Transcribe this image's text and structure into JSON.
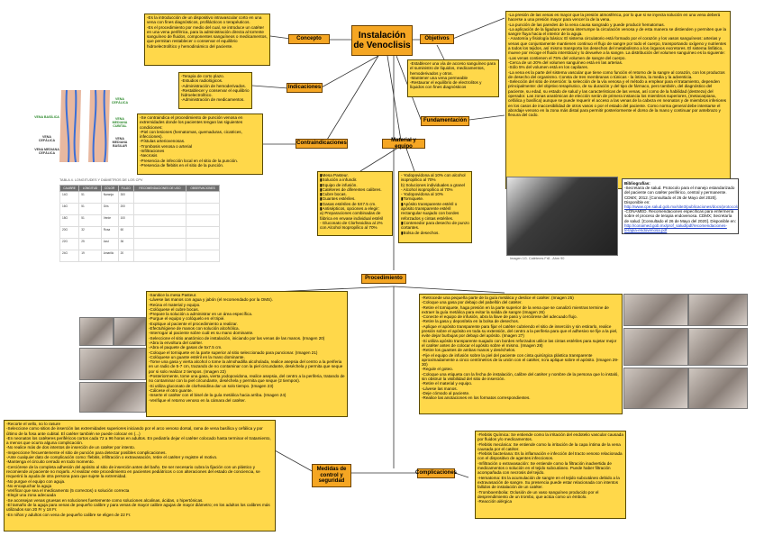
{
  "title": "Instalación de\nVenoclisis",
  "headers": {
    "concepto": "Concepto",
    "objetivos": "Objetivos",
    "indicaciones": "Indicaciones",
    "contraindicaciones": "Contraindicaciones",
    "material": "Material y equipo",
    "fundamentacion": "Fundamentación",
    "procedimiento": "Procedimiento",
    "medidas": "Medidas de\ncontrol y\nseguridad",
    "complicaciones": "Complicaciones"
  },
  "texts": {
    "concepto": "-Es la introducción de un dispositivo intravascular corto en una vena con fines diagnósticos, profilácticos o terapéuticos.\n-Es el procedimiento por medio del cual, se introduce un catéter en una vena periférica, para la administración directa al torrente sanguíneo de fluidos, componentes sanguíneos o medicamentos, que permitan restablecer o conservar el equilibrio hidroelectrolítico y hemodinámico del paciente.",
    "objetivos": "-Establecer una vía de acceso sanguíneo para el suministro de líquidos, medicamentos, hemoderivados y otros.\n-Mantener una vena permeable\n-Restaurar el equilibrio de electrolitos y líquidos con fines diagnósticos",
    "indicaciones": "-Terapia de corto plazo.\n-Estudios radiológicos.\n-Administración de hemoderivados.\n-Restablecer y conservar el equilibrio hidroelectrolítico.\n-Administración de medicamentos.",
    "contraindicaciones": "-Se contraindica el procedimiento de punción venosa en extremidades donde los pacientes tengan las siguientes condiciones:\n-Piel con lesiones (hematomas, quemaduras, cicatrices, infecciones).\n-Fístulas arteriovenosas.\n-Trombosis venosa o arterial\n-Infiltraciones\n-Necrosis\n-Presencia de infección local en el sitio de la punción.\n-Presencia de flebitis en el sitio de la punción.",
    "fundamentacion": "-La presión de las venas es mayor que la presión atmosférica, por lo que si se inyecta solución en una vena deberá hacerse a una presión mayor para vencer la de la vena.\n-La punción de las paredes de la vena causa sangrado y puede producir hematomas.\n-La aplicación de la ligadura venosa interrumpe la circulación venosa y de esta manera se distienden y permiten que la sangre fluya hacia el interior de la aguja.\n- Anatomía y fisiología básica: El sistema circulatorio está formado por el corazón y los vasos sanguíneos: arterias y venas que conjuntamente mantienen continuo el flujo de sangre por todo el cuerpo, transportando oxígeno y nutrientes a todos los tejidos, así mismo transporta los desechos del metabolismo a los órganos excretores. El sistema linfático, mueve por recoge el fluido intersticial y lo devuelve a la sangre. La distribución del volumen sanguíneo es la siguiente:\n-Las venas contienen el 75% del volumen de sangre del cuerpo.\n-Cerca de un 20% del volumen sanguíneo está en las arterias.\n-Sólo 5% del volumen está en los capilares.\n-La vena es la parte del sistema vascular que tiene como función el retorno de la sangre al corazón, con los productos de desecho del organismo. Consta de tres membranas o túnicas - la íntima, la media y la adventicia.\n-Selección del sitio de inserción: la selección de la vía venosa y el método a emplear para el tratamiento, dependen principalmente: del objetivo terapéutico, de su duración y del tipo de fármaco, pero también, del diagnóstico del paciente, su edad, su estado de salud y las características de las venas, así como de la habilidad (destreza) del operador. Las zonas anatómicas de elección serán de primera instancia los miembros superiores, (metacarpiana, cefálica y basílica) aunque se puede requerir el acceso a las venas de la cabeza en neonatos y de miembros inferiores en los casos de inaccesibilidad de otros vasos o por el estado del paciente. Como norma general debe intentarse el abordaje venoso en la zona más distal para permitir posteriormente el dorso de la mano y continuar por antebrazo y flexura del codo.",
    "material_left": "▮Mesa Pasteur.\n▮Solución a infundir.\n▮Equipo de infusión.\n▮Catéteres de diferentes calibres.\n▮Cubre bocas.\n▮Guantes estériles.\n▮Gasas estériles de 5X7.5 cm.\n▮Antisépticos, opciones a elegir:\na) Preparaciones combinadas de fábrica en envase individual estéril\n- Gluconato de Clorhexidina al 2% con Alcohol Isopropílico al 70%",
    "material_right": "- Yodopovidona al 10% con alcohol isopropílico al 70%\nb) Soluciones individuales a granel\n- Alcohol isopropílico al 70%\n- Yodopovidona al 10%\n▮Torniquete.\n▮Apósito transparente estéril o apósito transparente estéril rectangular suajado con bordes reforzados y cintas estériles.\n▮Contenedor para desecho de punzo cortantes.\n▮Bolsa de desechos.",
    "proc_left": "-Sanitice la mesa Pasteur.\n-Lávese las manos con agua y jabón (el recomendado por la OMS).\n-Reúna el material y equipo.\n-Colóquese el cubre bocas.\n-Prepare la solución a administrar en un área específica.\n-Purgue el equipo y colóquelo en el tripié.\n-Explique al paciente el procedimiento a realizar.\n-Efectuhígiene de manos con solución alcohólica.\n-Interrogar al paciente sobre cuál es su mano dominante.\n-Seleccione el sitio anatómico de instalación, iniciando por las venas de las manos. (Imagen 20)\n-Abra la envoltura del catéter.\n-Abra el paquete de gasas de 5x7.5 cm.\n-Coloque el torniquete en la parte superior al sitio seleccionado para puncionar. (Imagen 21)\n-Colóquese un guante estéril en la mano dominante.\n-Tome una gasa y vierta alcohol o tome la almohadilla alcoholada, realice asepsia del centro a la periferia en un radio de 5-7 cm, trazando de no contaminar con la piel circundante, deséchela y permita que seque por si solo realizar 2 tiempos. (Imagen 22)\n-Posteriormente, tome una gasa, vierta yodopovidona, realice asepsia, del centro a la periferia, tratando de no contaminar con la piel circundante, deséchela y permita que seque (2 tiempos).\n-Si utiliza gluconato de clorhexidina dar un solo tiempo. (Imagen 23)\n-Cálcese el otro guante.\n-Inserte el catéter con el bisel de la guía metálica hacia arriba. (Imagen 24)\n-Verifique el retorno venoso en la cámara del catéter.",
    "proc_right": "-Retrocede una pequeña parte de la guía metálica y deslice el catéter. (Imagen 25)\n-Coloque una gasa por debajo del pabellón del catéter.\n-Retire el torniquete, haga presión en la parte superior de la vena que se canalizó mientras termine de extraer la guía metálica para evitar la salida de sangre (Imagen 26)\n-Conecte el equipo de infusión, abra la llave de paso y cerciórese del adecuado flujo.\n-Retire la gasa y deposítela en la bolsa de desechos.\n-Aplique el apósito transparente para fijar el catéter cubriendo el sitio de inserción y sin estirarlo, realice presión sobre el apósito en toda su extensión, del centro a la periferia para que el adhesivo se fije a la piel, evite dejar burbujas por debajo del apósito. (Imagen 27)\n-Si utiliza apósito transparente suajado con bordes reforzados utilice las cintas estériles para sujetar mejor el catéter antes de colocar el apósito sobre el mismo. (Imagen 28)\n-Retire los guantes de ambas manos y deséchelos.\n-Fije el equipo de infusión sobre la piel del paciente con cinta quirúrgica plástica transparente aproximadamente a cinco centímetros de la unión con el catéter, no'a aplique sobre el apósito. (Imagen 29-30)\n-Regule el goteo.\n-Coloque una etiqueta con la fecha de instalación, calibre del catéter y nombre de la persona que lo instaló, sin obstruir la visibilidad del sitio de inserción.\n-Retire el material y equipo.\n-Lávese las manos.\n-Deje cómodo al paciente.\n-Realice las anotaciones en los formatos correspondientes.",
    "medidas": "-Recorte el vello, no lo rasure\n-Seleccione como sitios de inserción las extremidades superiores iniciando por el arco venoso dorsal, rama de vena basílica y cefálica y por último de la fosa ante cubital. El catéter también se puede colocar en (...)\n-En neonatos los catéteres periféricos cortos cada 72 a 96 horas en adultos. En pediatría dejar el catéter colocado hasta terminar el tratamiento, a menos que ocurra alguna complicación.\n-No realice más de dos intentos de inserción de un catéter por intento.\n-Inspeccione frecuentemente el sitio de punción para detectar posibles complicaciones.\n-Ante cualquier dato de complicación como: flebitis, infiltración o extravasación, retire el catéter y registre el motivo.\n-Mantenga el circuito cerrado en todo momento.\n-Cerciórese de la completa adhesión del apósito al sitio de inserción antes del baño. De ser necesario cubra la fijación con un plástico y recomiende al paciente no mojarlo. Al realizar este procedimiento en pacientes pediátricos o con alteraciones del estado de conciencia, se requerirá la ayuda de otra persona para que sujete la extremidad.\n-No purgue el equipo con aguja.\n-No encapuchar la aguja\n-Verificar que sea el medicamento (5 correctos) o solución correcta\n-Elegir una zona adecuada\n-Se aconsejan venas gruesas en soluciones fuertemente como soluciones alcalinas, ácidas, o hipertónicas.\n-El tamaño de la aguja para venas de pequeño calibre y para venas de mayor calibre agujas de mayor diámetro; en los adultos los calibres más utilizados son 20 Fr y 18 Fr.\n-En niños y adultos con vena de pequeño calibre se eligen de 22 Fr.",
    "complicaciones": "-Flebitis Química: Se entiende como la irritación del endotelio vascular causada por fluidos y/o medicamentos.\n-Flebitis mecánica: Se entiende como la irritación de la capa íntima de la vena causada por el catéter.\n-Flebitis bacteriana: Es la inflamación e infección del tracto venoso relacionada con el dispositivo de agentes infecciosos.\n-Infiltración o extravasación: Se entiende como la filtración inadvertida de medicamentos o solución en el tejido subcutáneo. Puede haber filtración acompañada con necrosis del tejido.\n-Hematoma: Es la acumulación de sangre en el tejido subcutáneo debido a la extravasación de sangre. Su presencia puede estar relacionada con intentos fallidos de instalación de un catéter.\n-Tromboembolia: Oclusión de un vaso sanguíneo producido por el desprendimiento de un trombo, que actúa como un émbolo.\n-Reacción alérgica"
  },
  "bibliography": {
    "title": "Bibliografías:",
    "entries": [
      "-Secretaria de salud. Protocolo para el manejo estandarizado del paciente con catéter periférico, central y permanente. CDMX; 2012. [Consultado el 26 de Mayo del 2020]. Disponible en:",
      "http://www.cpe.salud.gob.mx/site3/publicaciones/docs/protocolo_manejo_estandarizado.pdf",
      "-CONAMED. Recomendaciones específicas para enfermería sobre el proceso de terapia endovenosa. CDMX; Secretaría de salud. [Consultado el 26 de Mayo del 2020]. Disponible en:",
      "http://conamed.gob.mx/prof_salud/pdf/recomendaciones-terapia-endovenosa.pdf"
    ]
  },
  "figures": {
    "vein_labels": [
      "VENA BASÍLICA",
      "VENA CEFÁLICA",
      "VENA MEDIANA CUBITAL",
      "VENA CEFÁLICA",
      "VENA MEDIANA BASILAR",
      "VENA MEDIANA CEFÁLICA"
    ],
    "table_caption": "TABLA 4. LONGITUDES Y DIÁMETROS DE LOS CPV",
    "table_headers": [
      "CALIBRE",
      "LONGITUD",
      "COLOR",
      "FLUJO",
      "RECOMENDACIONES DE USO",
      "OBSERVACIONES"
    ],
    "table_rows": [
      [
        "14G",
        "51",
        "Naranja",
        "300",
        "",
        ""
      ],
      [
        "16G",
        "51",
        "Gris",
        "200",
        "",
        ""
      ],
      [
        "18G",
        "51",
        "Verde",
        "100",
        "",
        ""
      ],
      [
        "20G",
        "32",
        "Rosa",
        "60",
        "",
        ""
      ],
      [
        "22G",
        "25",
        "Azul",
        "36",
        "",
        ""
      ],
      [
        "24G",
        "19",
        "Amarillo",
        "20",
        "",
        ""
      ]
    ],
    "catheter_caption": "Imagen 1G. Catéteres Fr8 - Ahm 90"
  },
  "colors": {
    "box": "#ffd84a",
    "header": "#f5a623",
    "line": "#333333"
  }
}
